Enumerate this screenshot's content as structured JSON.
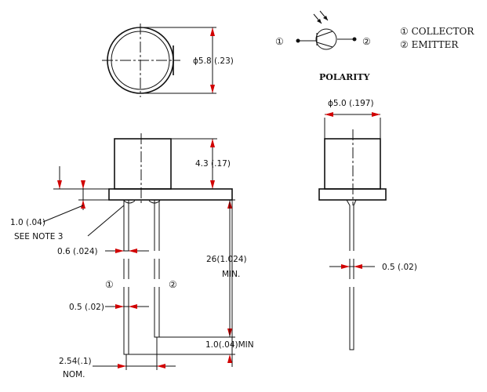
{
  "labels": {
    "dia_top": "ϕ5.8 (.23)",
    "dia_side": "ϕ5.0 (.197)",
    "height_body": "4.3 (.17)",
    "flange": "1.0 (.04)",
    "see_note": "SEE NOTE 3",
    "lead_width": "0.6  (.024)",
    "lead_spacing": "0.5 (.02)",
    "lead_len_top": "26(1.024)",
    "lead_len_min": "MIN.",
    "lead_bend": "1.0(.04)MIN",
    "pitch_top": "2.54(.1)",
    "pitch_bot": "NOM.",
    "side_lead": "0.5 (.02)",
    "pin1": "①",
    "pin2": "②",
    "polarity_title": "POLARITY",
    "pol_pin1": "①",
    "pol_pin2": "②",
    "collector": "① COLLECTOR",
    "emitter": "② EMITTER"
  },
  "colors": {
    "arrow": "#d10000",
    "line": "#111111"
  }
}
